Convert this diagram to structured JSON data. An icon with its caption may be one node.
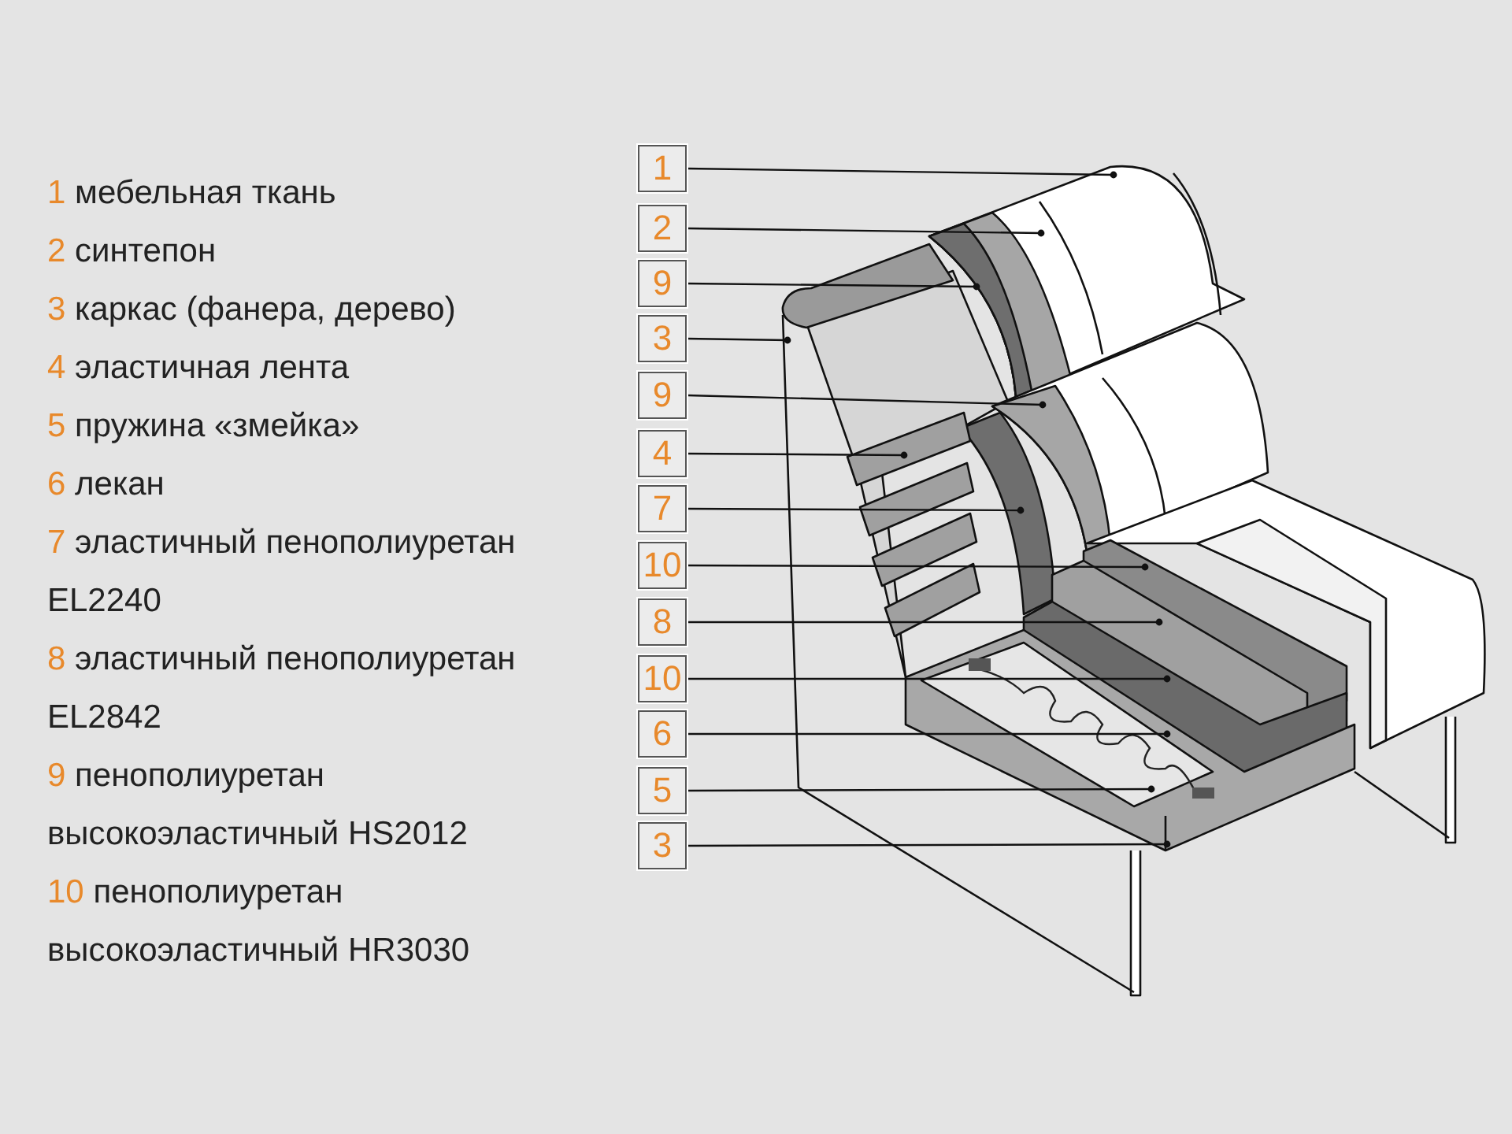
{
  "diagram": {
    "nodes": [
      {
        "text": [
          "1"
        ]
      },
      {
        "text": [
          "2"
        ]
      },
      {
        "text": [
          "9"
        ]
      },
      {
        "text": [
          "3"
        ]
      },
      {
        "text": [
          "9"
        ]
      },
      {
        "text": [
          "4"
        ]
      },
      {
        "text": [
          "7"
        ]
      },
      {
        "text": [
          "10"
        ]
      },
      {
        "text": [
          "8"
        ]
      },
      {
        "text": [
          "10"
        ]
      },
      {
        "text": [
          "6"
        ]
      },
      {
        "text": [
          "5"
        ]
      },
      {
        "text": [
          "3"
        ]
      }
    ],
    "edges": [
      {
        "from": 0,
        "to": null,
        "arrow": "other"
      },
      {
        "from": 1,
        "to": null,
        "arrow": "other"
      },
      {
        "from": 2,
        "to": null,
        "arrow": "other"
      },
      {
        "from": 3,
        "to": null,
        "arrow": "other"
      },
      {
        "from": 4,
        "to": null,
        "arrow": "other"
      },
      {
        "from": 5,
        "to": null,
        "arrow": "other"
      },
      {
        "from": 6,
        "to": null,
        "arrow": "other"
      },
      {
        "from": 7,
        "to": null,
        "arrow": "other"
      },
      {
        "from": 8,
        "to": null,
        "arrow": "other"
      },
      {
        "from": 9,
        "to": null,
        "arrow": "other"
      },
      {
        "from": 10,
        "to": null,
        "arrow": "other"
      },
      {
        "from": 11,
        "to": null,
        "arrow": "other"
      },
      {
        "from": 12,
        "to": null,
        "arrow": "other"
      }
    ],
    "labels": [
      "1",
      "мебельная ткань",
      "2",
      "синтепон",
      "3",
      "каркас (фанера, дерево)",
      "4",
      "эластичная лента",
      "5",
      "пружина «змейка»",
      "6",
      "лекан",
      "7",
      "эластичный пенополиуретан EL2240",
      "8",
      "эластичный пенополиуретан EL2842",
      "9",
      "пенополиуретан высокоэластичный HS2012",
      "10",
      "пенополиуретан высокоэластичный HR3030"
    ]
  }
}
